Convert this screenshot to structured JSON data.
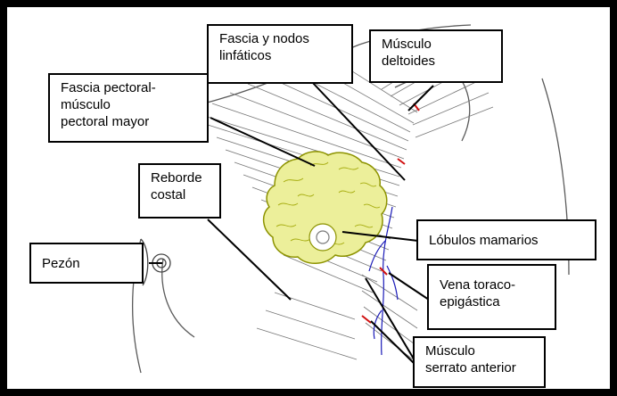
{
  "labels": {
    "fascia_nodos": "Fascia y nodos\nlinfáticos",
    "deltoides": "Músculo\ndeltoides",
    "fascia_pectoral": "Fascia pectoral-\nmúsculo\npectoral mayor",
    "reborde": "Reborde\ncostal",
    "pezon": "Pezón",
    "lobulos": "Lóbulos mamarios",
    "vena": "Vena toraco-\nepigástica",
    "serrato": "Músculo\nserrato anterior"
  },
  "colors": {
    "gland": "#ecef9a",
    "gland_stroke": "#8d9300",
    "vein": "#1a1ab8",
    "vessel_red": "#d01010",
    "line": "#000000",
    "sketch": "#5a5a5a"
  }
}
